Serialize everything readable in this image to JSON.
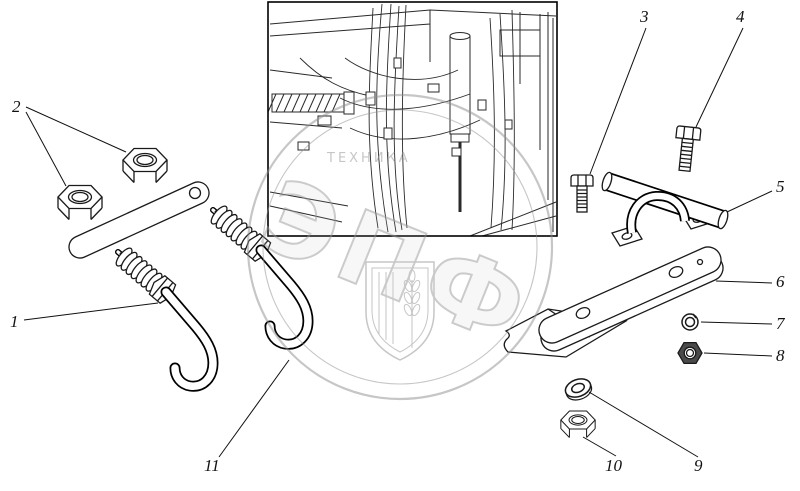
{
  "figure": {
    "callouts": [
      {
        "label": "1"
      },
      {
        "label": "2"
      },
      {
        "label": "3"
      },
      {
        "label": "4"
      },
      {
        "label": "5"
      },
      {
        "label": "6"
      },
      {
        "label": "7"
      },
      {
        "label": "8"
      },
      {
        "label": "9"
      },
      {
        "label": "10"
      },
      {
        "label": "11"
      }
    ],
    "watermark": {
      "brand": "ЭПФ",
      "caption": "ТЕХНИКА"
    }
  }
}
